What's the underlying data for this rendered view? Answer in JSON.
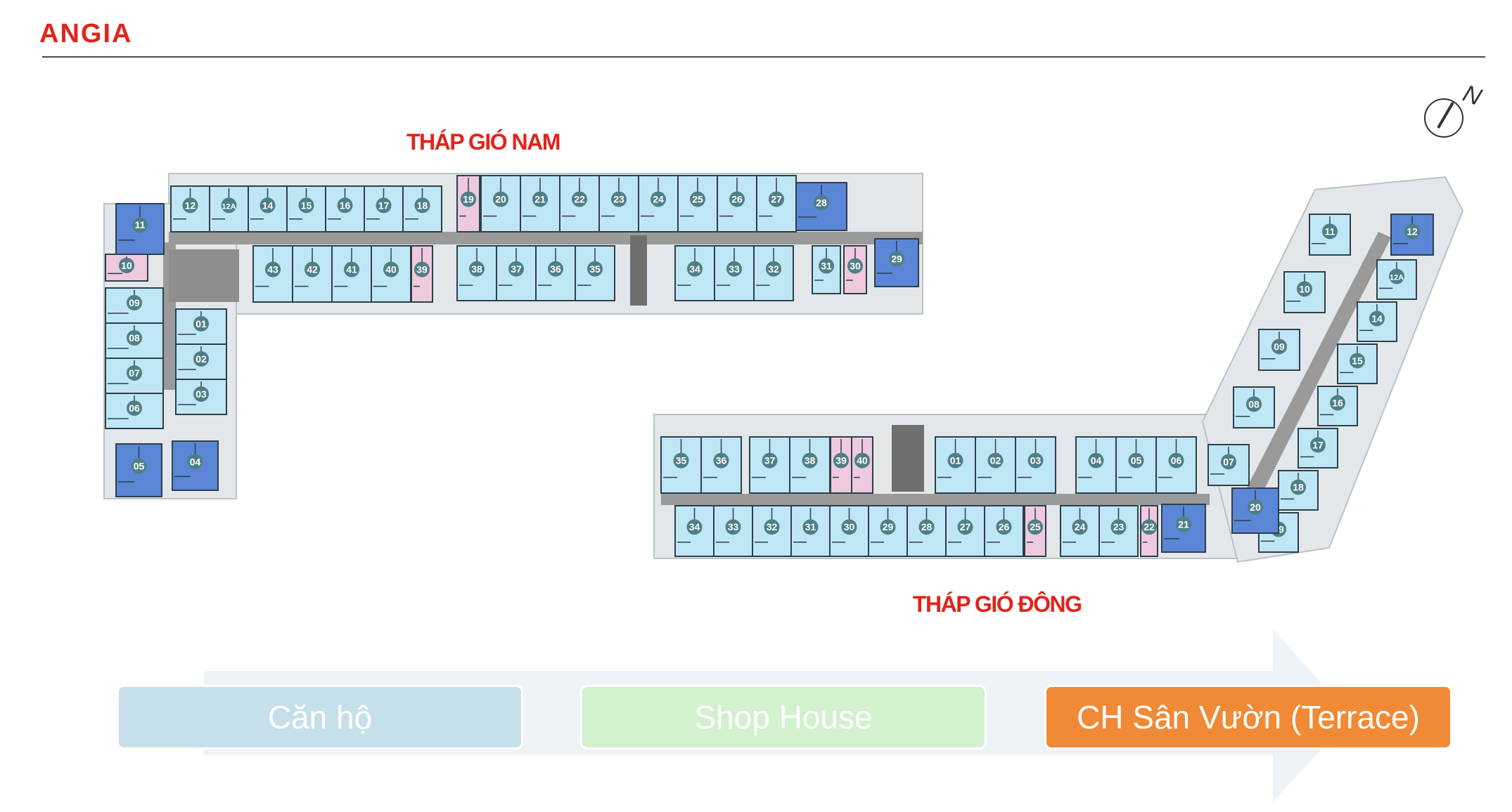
{
  "brand": {
    "logo_text": "ANGIA",
    "color": "#e2231a"
  },
  "compass": {
    "label": "N",
    "icon": "north-arrow-icon"
  },
  "towers": {
    "south": {
      "label": "THÁP GIÓ NAM",
      "units": [
        "01",
        "02",
        "03",
        "04",
        "05",
        "06",
        "07",
        "08",
        "09",
        "10",
        "11",
        "12",
        "12A",
        "14",
        "15",
        "16",
        "17",
        "18",
        "19",
        "20",
        "21",
        "22",
        "23",
        "24",
        "25",
        "26",
        "27",
        "28",
        "29",
        "30",
        "31",
        "32",
        "33",
        "34",
        "35",
        "36",
        "37",
        "38",
        "39",
        "40",
        "41",
        "42",
        "43"
      ]
    },
    "east": {
      "label": "THÁP GIÓ ĐÔNG",
      "units": [
        "01",
        "02",
        "03",
        "04",
        "05",
        "06",
        "07",
        "08",
        "09",
        "10",
        "11",
        "12",
        "12A",
        "14",
        "15",
        "16",
        "17",
        "18",
        "19",
        "20",
        "21",
        "22",
        "23",
        "24",
        "25",
        "26",
        "27",
        "28",
        "29",
        "30",
        "31",
        "32",
        "33",
        "34",
        "35",
        "36",
        "37",
        "38",
        "39",
        "40"
      ]
    }
  },
  "legend": {
    "apartment": "Căn hộ",
    "shophouse": "Shop House",
    "terrace": "CH Sân Vườn (Terrace)"
  },
  "colors": {
    "apartment": "#bfe6f5",
    "shophouse": "#efc9de",
    "corner": "#5b86d6",
    "corridor": "#9a9a9a",
    "badge": "#4f7f86",
    "terrace_active": "#f08a36"
  }
}
